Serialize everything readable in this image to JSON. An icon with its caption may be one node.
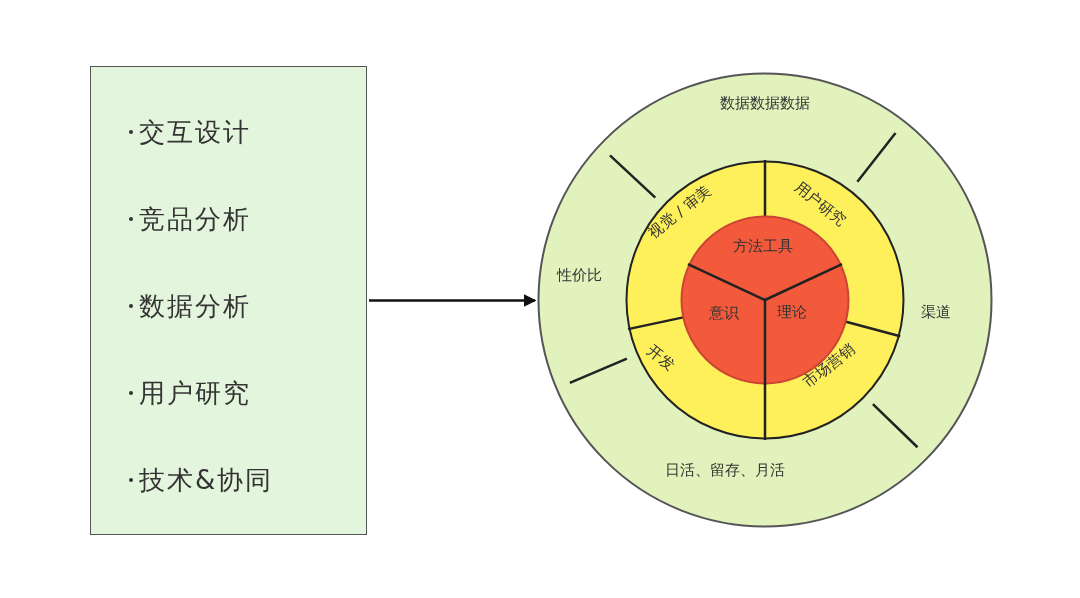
{
  "diagram": {
    "nodes": [
      {
        "text": [
          "交互设计",
          "竞品分析",
          "数据分析",
          "用户研究",
          "技术&协同"
        ]
      },
      {
        "text": [
          "数据数据数据",
          "性价比",
          "渠道",
          "日活、留存、月活"
        ]
      },
      {
        "text": [
          "视觉 / 审美",
          "用户研究",
          "开发",
          "市场营销"
        ],
        "in": 1
      },
      {
        "text": [
          "方法工具",
          "意识",
          "理论"
        ],
        "in": 2
      }
    ],
    "edges": [
      {
        "from": 0,
        "to": 1,
        "arrow": "to"
      }
    ]
  }
}
